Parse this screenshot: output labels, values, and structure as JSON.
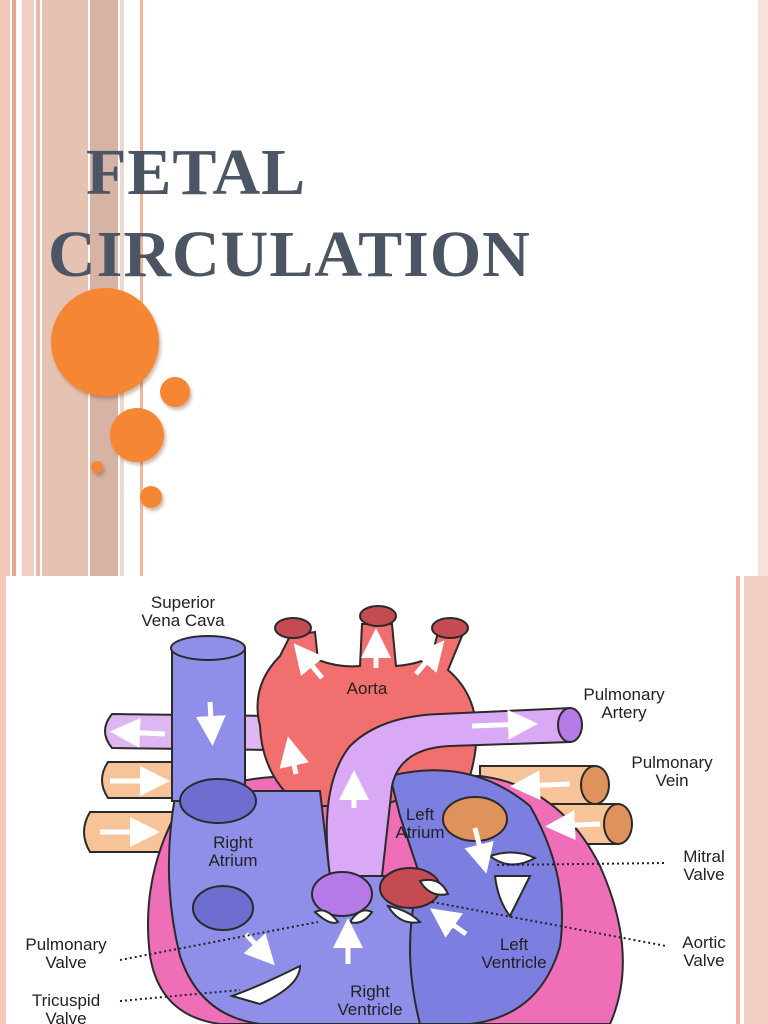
{
  "slide": {
    "title_line1": "FETAL",
    "title_line2": "CIRCULATION",
    "accent_color": "#f58634",
    "title_color": "#4b5563"
  },
  "diagram": {
    "labels": {
      "superior_vena_cava_1": "Superior",
      "superior_vena_cava_2": "Vena Cava",
      "aorta": "Aorta",
      "pulmonary_artery_1": "Pulmonary",
      "pulmonary_artery_2": "Artery",
      "pulmonary_vein_1": "Pulmonary",
      "pulmonary_vein_2": "Vein",
      "left_atrium_1": "Left",
      "left_atrium_2": "Atrium",
      "right_atrium_1": "Right",
      "right_atrium_2": "Atrium",
      "mitral_valve_1": "Mitral",
      "mitral_valve_2": "Valve",
      "pulmonary_valve_1": "Pulmonary",
      "pulmonary_valve_2": "Valve",
      "aortic_valve_1": "Aortic",
      "aortic_valve_2": "Valve",
      "left_ventricle_1": "Left",
      "left_ventricle_2": "Ventricle",
      "right_ventricle_1": "Right",
      "right_ventricle_2": "Ventricle",
      "tricuspid_valve_1": "Tricuspid",
      "tricuspid_valve_2": "Valve"
    }
  }
}
